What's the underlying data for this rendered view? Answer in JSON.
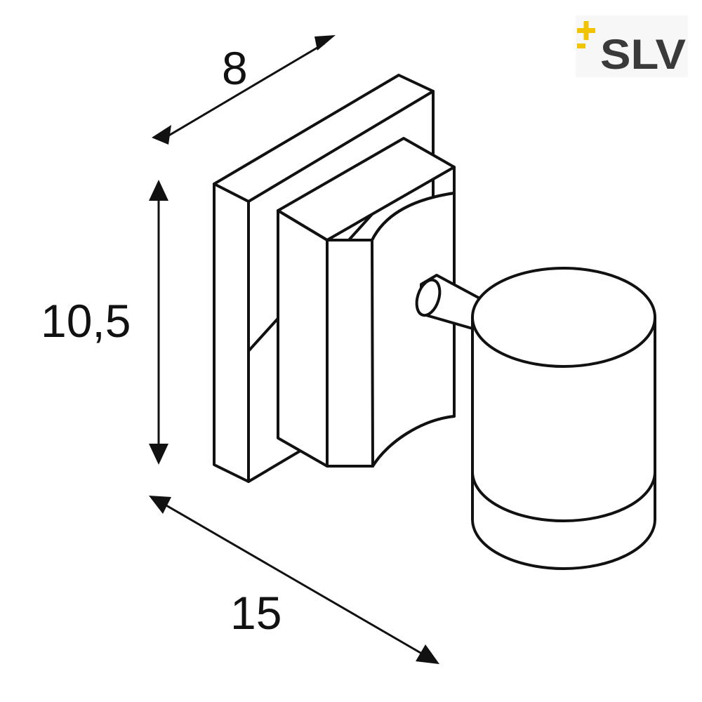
{
  "dimensions": {
    "depth": "8",
    "height": "10,5",
    "width": "15"
  },
  "logo": {
    "text": "SLV",
    "accent_color": "#f2c400",
    "text_color": "#3a3a3a"
  },
  "colors": {
    "line": "#111111",
    "fill": "#ffffff"
  }
}
